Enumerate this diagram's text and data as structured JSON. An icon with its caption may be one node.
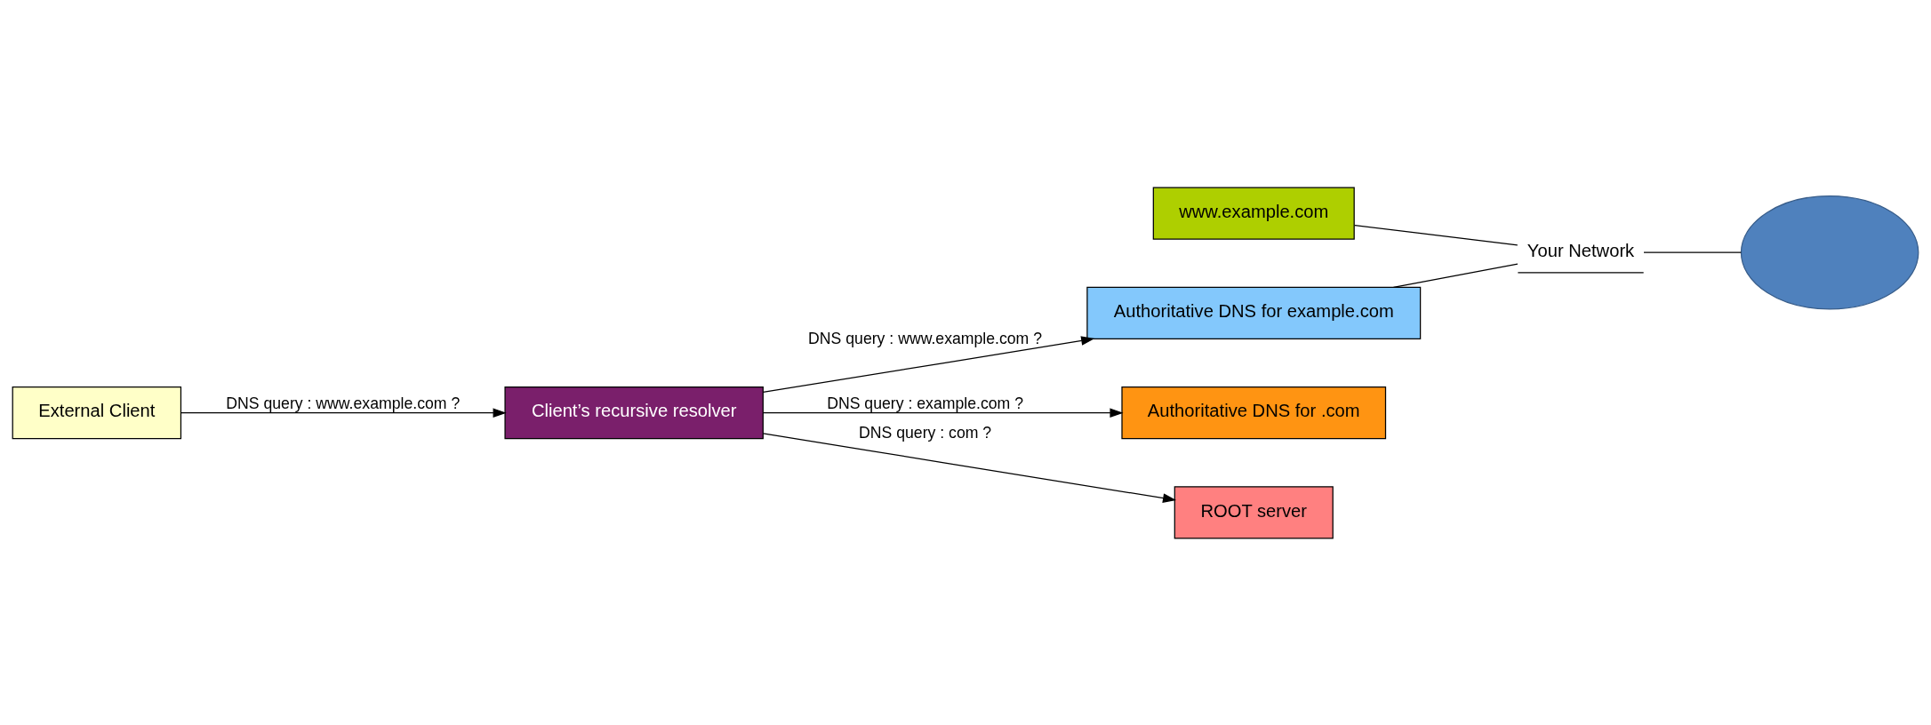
{
  "diagram": {
    "nodes": [
      {
        "text": [
          "Authoritative DNS for example.com"
        ]
      },
      {
        "text": [
          "Client’s recursive resolver"
        ]
      },
      {
        "text": [],
        "shape": "cloud"
      },
      {
        "text": [
          "Your Network"
        ]
      },
      {
        "text": [
          "www.example.com"
        ]
      },
      {
        "text": [
          "Authoritative DNS for .com"
        ]
      },
      {
        "text": [
          "ROOT server"
        ]
      },
      {
        "text": [
          "External Client"
        ]
      }
    ],
    "edges": [
      {
        "from": 1,
        "to": 0,
        "arrow": "to",
        "label": "DNS query : www.example.com ?"
      },
      {
        "from": 1,
        "to": 5,
        "arrow": "to",
        "label": "DNS query : example.com ?"
      },
      {
        "from": 1,
        "to": 6,
        "arrow": "to",
        "label": "DNS query : com ?"
      },
      {
        "from": 7,
        "to": 1,
        "arrow": "to",
        "label": "DNS query : www.example.com ?"
      },
      {
        "from": 0,
        "to": 3,
        "arrow": "none"
      },
      {
        "from": 4,
        "to": 3,
        "arrow": "none"
      },
      {
        "from": 3,
        "to": 2,
        "arrow": "none"
      }
    ]
  }
}
